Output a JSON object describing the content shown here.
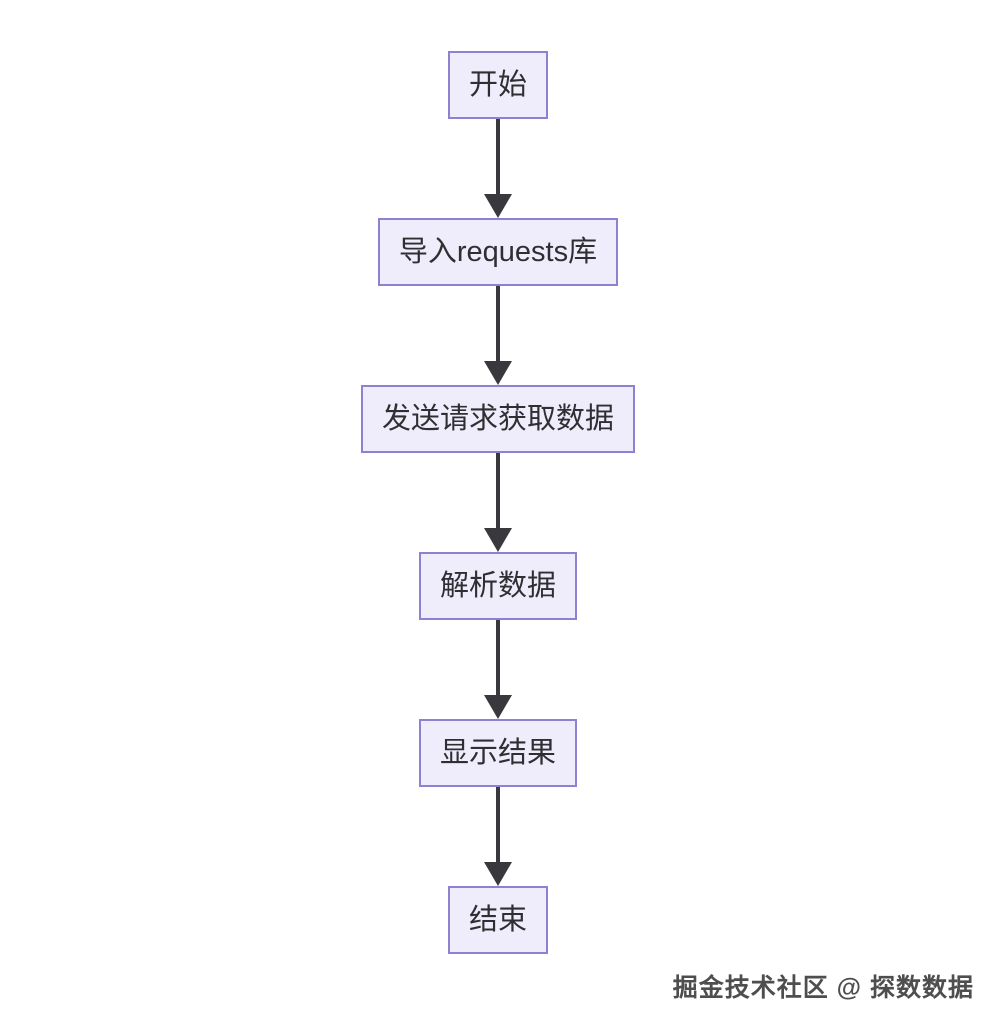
{
  "flowchart": {
    "type": "flowchart",
    "direction": "top-down",
    "nodes": [
      {
        "id": "start",
        "label": "开始"
      },
      {
        "id": "import",
        "label": "导入requests库"
      },
      {
        "id": "request",
        "label": "发送请求获取数据"
      },
      {
        "id": "parse",
        "label": "解析数据"
      },
      {
        "id": "display",
        "label": "显示结果"
      },
      {
        "id": "end",
        "label": "结束"
      }
    ],
    "edges": [
      {
        "from": "start",
        "to": "import"
      },
      {
        "from": "import",
        "to": "request"
      },
      {
        "from": "request",
        "to": "parse"
      },
      {
        "from": "parse",
        "to": "display"
      },
      {
        "from": "display",
        "to": "end"
      }
    ],
    "colors": {
      "node_fill": "#EFEDFB",
      "node_border": "#8C82D2",
      "node_text": "#2F2F33",
      "arrow": "#39393D",
      "background": "#FFFFFF"
    }
  },
  "watermark": {
    "text": "掘金技术社区 @ 探数数据"
  }
}
